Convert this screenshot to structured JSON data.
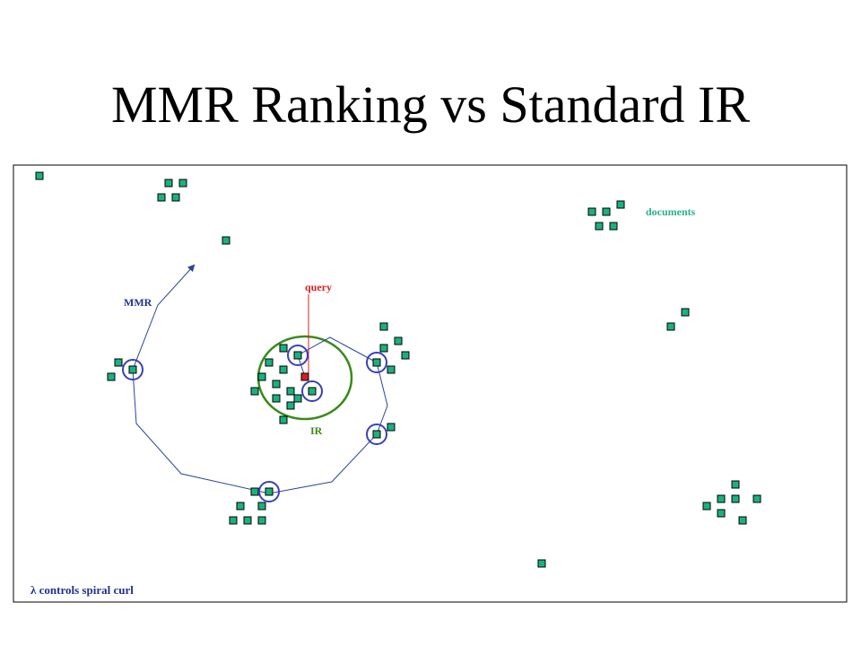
{
  "title": "MMR Ranking vs Standard IR",
  "labels": {
    "documents": "documents",
    "query": "query",
    "mmr": "MMR",
    "ir": "IR",
    "lambda_note": "λ controls spiral curl"
  },
  "colors": {
    "document_fill": "#1bb07f",
    "document_stroke": "#000000",
    "query_marker": "#d42020",
    "query_label": "#d42020",
    "mmr_path": "#2a44a0",
    "mmr_label": "#203090",
    "selection_circle": "#3a40b8",
    "ir_circle": "#3a8a1a",
    "ir_label": "#3a8a1a",
    "documents_label": "#2ab090",
    "frame": "#000000"
  }
}
